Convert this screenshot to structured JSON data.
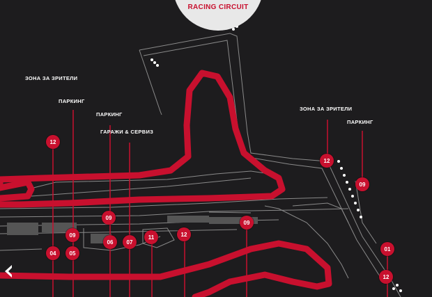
{
  "logo": {
    "subtitle": "RACING CIRCUIT"
  },
  "labels": {
    "spectator_zone_left": "ЗОНА ЗА ЗРИТЕЛИ",
    "parking_1": "ПАРКИНГ",
    "parking_2": "ПАРКИНГ",
    "garages": "ГАРАЖИ & СЕРВИЗ",
    "spectator_zone_right": "ЗОНА ЗА ЗРИТЕЛИ",
    "parking_right": "ПАРКИНГ"
  },
  "markers": {
    "m12_left": "12",
    "m09_a": "09",
    "m09_b": "09",
    "m06": "06",
    "m07": "07",
    "m11": "11",
    "m12_mid": "12",
    "m09_c": "09",
    "m04": "04",
    "m05": "05",
    "m12_right": "12",
    "m09_right": "09",
    "m01": "01",
    "m12_bottom": "12"
  },
  "icons": {
    "previous": "chevron-left-icon"
  },
  "colors": {
    "background": "#1d1c1e",
    "track": "#c8102e",
    "outline": "#8a8a8a",
    "text": "#ffffff"
  }
}
